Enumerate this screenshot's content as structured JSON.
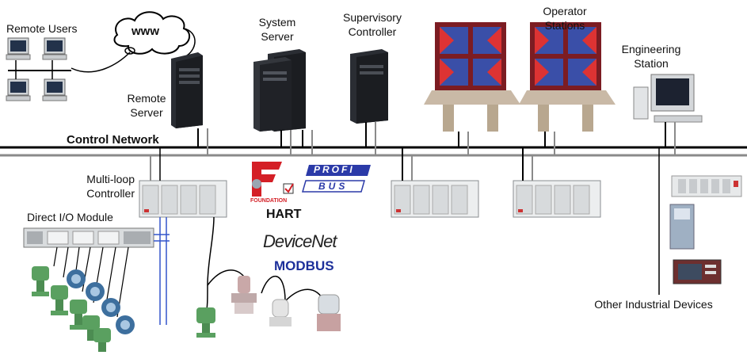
{
  "labels": {
    "remote_users": "Remote Users",
    "www": "www",
    "remote_server_1": "Remote",
    "remote_server_2": "Server",
    "system_server_1": "System",
    "system_server_2": "Server",
    "supervisory_1": "Supervisory",
    "supervisory_2": "Controller",
    "operator_1": "Operator",
    "operator_2": "Stations",
    "engineering_1": "Engineering",
    "engineering_2": "Station",
    "control_network": "Control Network",
    "multiloop_1": "Multi-loop",
    "multiloop_2": "Controller",
    "direct_io": "Direct I/O Module",
    "other_devices": "Other Industrial Devices"
  },
  "protocols": {
    "foundation": "FOUNDATION",
    "profibus_top": "PROFI",
    "profibus_bottom": "BUS",
    "hart": "HART",
    "devicenet": "DeviceNet",
    "modbus": "MODBUS"
  },
  "colors": {
    "network_line": "#000000",
    "network_gray": "#8a8a8a",
    "profibus_blue": "#2b3aa8",
    "foundation_red": "#d41f26",
    "modbus_blue": "#1c2f9a",
    "field_bus_blue": "#3355cc",
    "device_green": "#5aa060",
    "device_blue": "#3d6f9e"
  }
}
